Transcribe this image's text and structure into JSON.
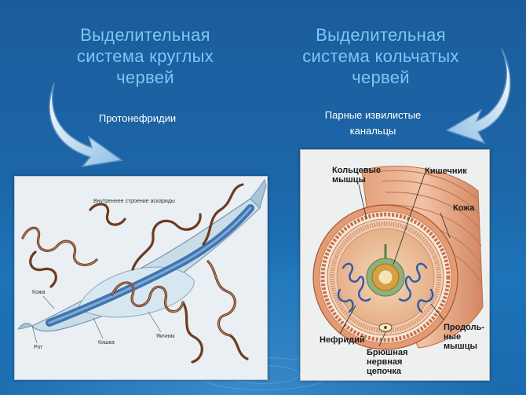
{
  "left": {
    "title_lines": [
      "Выделительная",
      "система круглых",
      "червей"
    ],
    "subtitle": "Протонефридии",
    "caption": "Внутреннее строение аскариды",
    "labels": {
      "skin": "Кожа",
      "mouth": "Рот",
      "gut": "Кишка",
      "ovary": "Яичник"
    }
  },
  "right": {
    "title_lines": [
      "Выделительная",
      "система кольчатых",
      "червей"
    ],
    "subtitle_lines": [
      "Парные извилистые",
      "канальцы"
    ],
    "labels": {
      "ring_muscles_1": "Кольцевые",
      "ring_muscles_2": "мышцы",
      "intestine": "Кишечник",
      "skin": "Кожа",
      "long_muscles_1": "Продоль-",
      "long_muscles_2": "ные",
      "long_muscles_3": "мышцы",
      "nephridium": "Нефридий",
      "nerve_1": "Брюшная",
      "nerve_2": "нервная",
      "nerve_3": "цепочка"
    }
  },
  "colors": {
    "title": "#79c8f2",
    "subtitle": "#ffffff",
    "worm_brown": "#6e3a20",
    "gut_blue": "#3f74b0"
  }
}
